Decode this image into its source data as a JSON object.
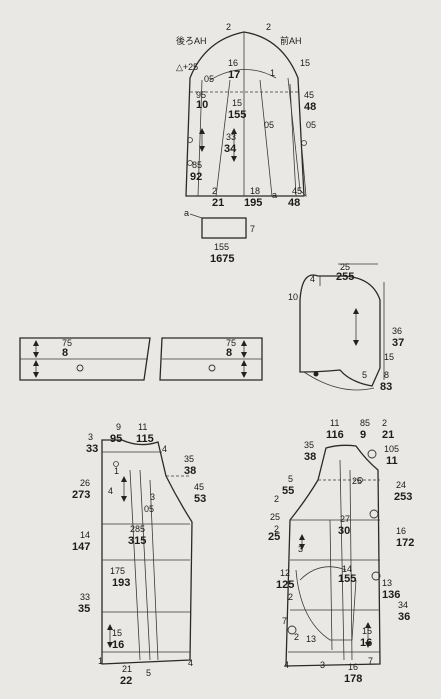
{
  "sleeve": {
    "back_ah": "後ろAH",
    "front_ah": "前AH",
    "labels": [
      {
        "id": "s1",
        "text": "2"
      },
      {
        "id": "s2",
        "text": "2"
      },
      {
        "id": "s3",
        "text": "16"
      },
      {
        "id": "s4",
        "text": "17"
      },
      {
        "id": "s5",
        "text": "△+25"
      },
      {
        "id": "s6",
        "text": "15"
      },
      {
        "id": "s7",
        "text": "1"
      },
      {
        "id": "s8",
        "text": "05"
      },
      {
        "id": "s9",
        "text": "95"
      },
      {
        "id": "s10",
        "text": "10"
      },
      {
        "id": "s11",
        "text": "15"
      },
      {
        "id": "s12",
        "text": "155"
      },
      {
        "id": "s13",
        "text": "45"
      },
      {
        "id": "s14",
        "text": "48"
      },
      {
        "id": "s15",
        "text": "05"
      },
      {
        "id": "s16",
        "text": "05"
      },
      {
        "id": "s17",
        "text": "33"
      },
      {
        "id": "s18",
        "text": "34"
      },
      {
        "id": "s19",
        "text": "85"
      },
      {
        "id": "s20",
        "text": "92"
      },
      {
        "id": "s21",
        "text": "2"
      },
      {
        "id": "s22",
        "text": "21"
      },
      {
        "id": "s23",
        "text": "18"
      },
      {
        "id": "s24",
        "text": "195"
      },
      {
        "id": "s25",
        "text": "a"
      },
      {
        "id": "s26",
        "text": "45"
      },
      {
        "id": "s27",
        "text": "48"
      }
    ]
  },
  "tab": {
    "labels": [
      {
        "id": "t1",
        "text": "a"
      },
      {
        "id": "t2",
        "text": "7"
      },
      {
        "id": "t3",
        "text": "155"
      },
      {
        "id": "t4",
        "text": "1675"
      }
    ]
  },
  "hood": {
    "labels": [
      {
        "id": "h1",
        "text": "25"
      },
      {
        "id": "h2",
        "text": "255"
      },
      {
        "id": "h3",
        "text": "4"
      },
      {
        "id": "h4",
        "text": "10"
      },
      {
        "id": "h5",
        "text": "36"
      },
      {
        "id": "h6",
        "text": "37"
      },
      {
        "id": "h7",
        "text": "15"
      },
      {
        "id": "h8",
        "text": "5"
      },
      {
        "id": "h9",
        "text": "8"
      },
      {
        "id": "h10",
        "text": "83"
      }
    ]
  },
  "collars": {
    "labels": [
      {
        "id": "c1",
        "text": "75"
      },
      {
        "id": "c2",
        "text": "8"
      },
      {
        "id": "c3",
        "text": "75"
      },
      {
        "id": "c4",
        "text": "8"
      }
    ]
  },
  "back": {
    "labels": [
      {
        "id": "b1",
        "text": "9"
      },
      {
        "id": "b2",
        "text": "95"
      },
      {
        "id": "b3",
        "text": "11"
      },
      {
        "id": "b4",
        "text": "115"
      },
      {
        "id": "b5",
        "text": "3"
      },
      {
        "id": "b6",
        "text": "33"
      },
      {
        "id": "b7",
        "text": "4"
      },
      {
        "id": "b8",
        "text": "35"
      },
      {
        "id": "b9",
        "text": "38"
      },
      {
        "id": "b10",
        "text": "26"
      },
      {
        "id": "b11",
        "text": "273"
      },
      {
        "id": "b12",
        "text": "4"
      },
      {
        "id": "b13",
        "text": "1"
      },
      {
        "id": "b14",
        "text": "45"
      },
      {
        "id": "b15",
        "text": "53"
      },
      {
        "id": "b16",
        "text": "3"
      },
      {
        "id": "b17",
        "text": "05"
      },
      {
        "id": "b18",
        "text": "285"
      },
      {
        "id": "b19",
        "text": "315"
      },
      {
        "id": "b20",
        "text": "14"
      },
      {
        "id": "b21",
        "text": "147"
      },
      {
        "id": "b22",
        "text": "175"
      },
      {
        "id": "b23",
        "text": "193"
      },
      {
        "id": "b24",
        "text": "33"
      },
      {
        "id": "b25",
        "text": "35"
      },
      {
        "id": "b26",
        "text": "15"
      },
      {
        "id": "b27",
        "text": "16"
      },
      {
        "id": "b28",
        "text": "1"
      },
      {
        "id": "b29",
        "text": "21"
      },
      {
        "id": "b30",
        "text": "22"
      },
      {
        "id": "b31",
        "text": "5"
      },
      {
        "id": "b32",
        "text": "4"
      }
    ]
  },
  "front": {
    "labels": [
      {
        "id": "f1",
        "text": "11"
      },
      {
        "id": "f2",
        "text": "116"
      },
      {
        "id": "f3",
        "text": "85"
      },
      {
        "id": "f4",
        "text": "9"
      },
      {
        "id": "f5",
        "text": "2"
      },
      {
        "id": "f6",
        "text": "21"
      },
      {
        "id": "f7",
        "text": "35"
      },
      {
        "id": "f8",
        "text": "38"
      },
      {
        "id": "f9",
        "text": "105"
      },
      {
        "id": "f10",
        "text": "11"
      },
      {
        "id": "f11",
        "text": "5"
      },
      {
        "id": "f12",
        "text": "55"
      },
      {
        "id": "f13",
        "text": "25"
      },
      {
        "id": "f14",
        "text": "24"
      },
      {
        "id": "f15",
        "text": "253"
      },
      {
        "id": "f16",
        "text": "2"
      },
      {
        "id": "f17",
        "text": "25"
      },
      {
        "id": "f18",
        "text": "27"
      },
      {
        "id": "f19",
        "text": "30"
      },
      {
        "id": "f20",
        "text": "2"
      },
      {
        "id": "f21",
        "text": "25"
      },
      {
        "id": "f22",
        "text": "16"
      },
      {
        "id": "f23",
        "text": "172"
      },
      {
        "id": "f24",
        "text": "3"
      },
      {
        "id": "f25",
        "text": "14"
      },
      {
        "id": "f26",
        "text": "155"
      },
      {
        "id": "f27",
        "text": "12"
      },
      {
        "id": "f28",
        "text": "125"
      },
      {
        "id": "f29",
        "text": "13"
      },
      {
        "id": "f30",
        "text": "136"
      },
      {
        "id": "f31",
        "text": "34"
      },
      {
        "id": "f32",
        "text": "36"
      },
      {
        "id": "f33",
        "text": "2"
      },
      {
        "id": "f34",
        "text": "7"
      },
      {
        "id": "f35",
        "text": "2"
      },
      {
        "id": "f36",
        "text": "13"
      },
      {
        "id": "f37",
        "text": "15"
      },
      {
        "id": "f38",
        "text": "16"
      },
      {
        "id": "f39",
        "text": "4"
      },
      {
        "id": "f40",
        "text": "3"
      },
      {
        "id": "f41",
        "text": "16"
      },
      {
        "id": "f42",
        "text": "178"
      },
      {
        "id": "f43",
        "text": "7"
      }
    ]
  }
}
